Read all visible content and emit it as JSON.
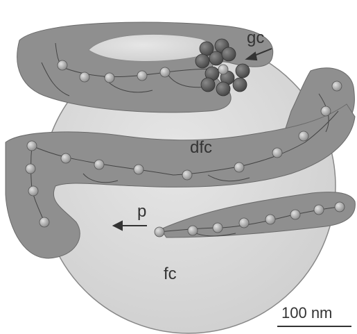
{
  "labels": {
    "gc": "gc",
    "dfc": "dfc",
    "p": "p",
    "fc": "fc"
  },
  "scale_bar": {
    "label": "100 nm"
  },
  "colors": {
    "sphere": "#d9d9d9",
    "band": "#8f8f8f",
    "bead": "#b8b8b8",
    "granule": "#6e6e6e",
    "text": "#333333"
  }
}
